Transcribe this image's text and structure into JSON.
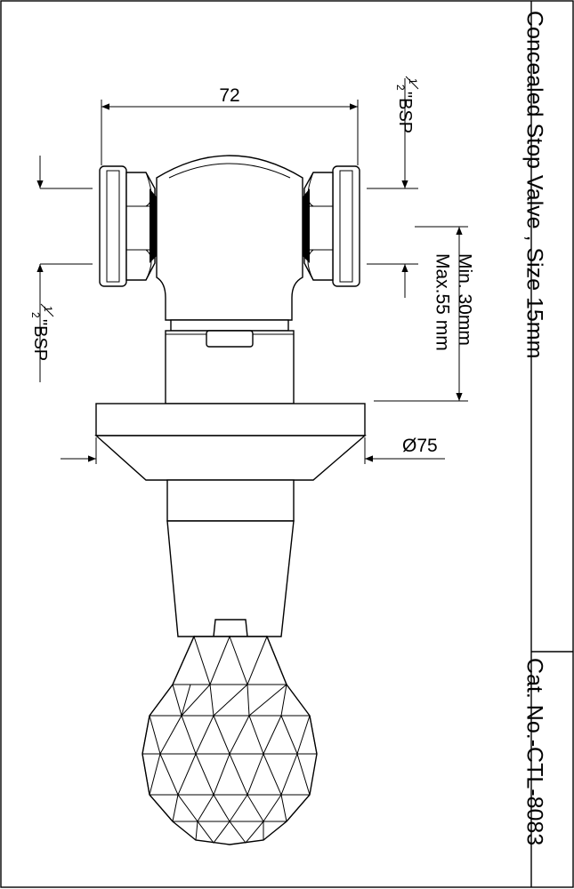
{
  "title_block": {
    "title": "Concealed Stop Valve , Size 15mm",
    "catalog": "Cat. No.-CTL-8083"
  },
  "dimensions": {
    "width": "72",
    "depth_min": "Min. 30mm",
    "depth_max": "Max.55 mm",
    "diameter": "Ø75"
  },
  "threads": {
    "top_right": {
      "fraction_num": "1",
      "fraction_den": "2",
      "label": "\"BSP"
    },
    "left": {
      "fraction_num": "1",
      "fraction_den": "2",
      "label": "\"BSP"
    }
  }
}
